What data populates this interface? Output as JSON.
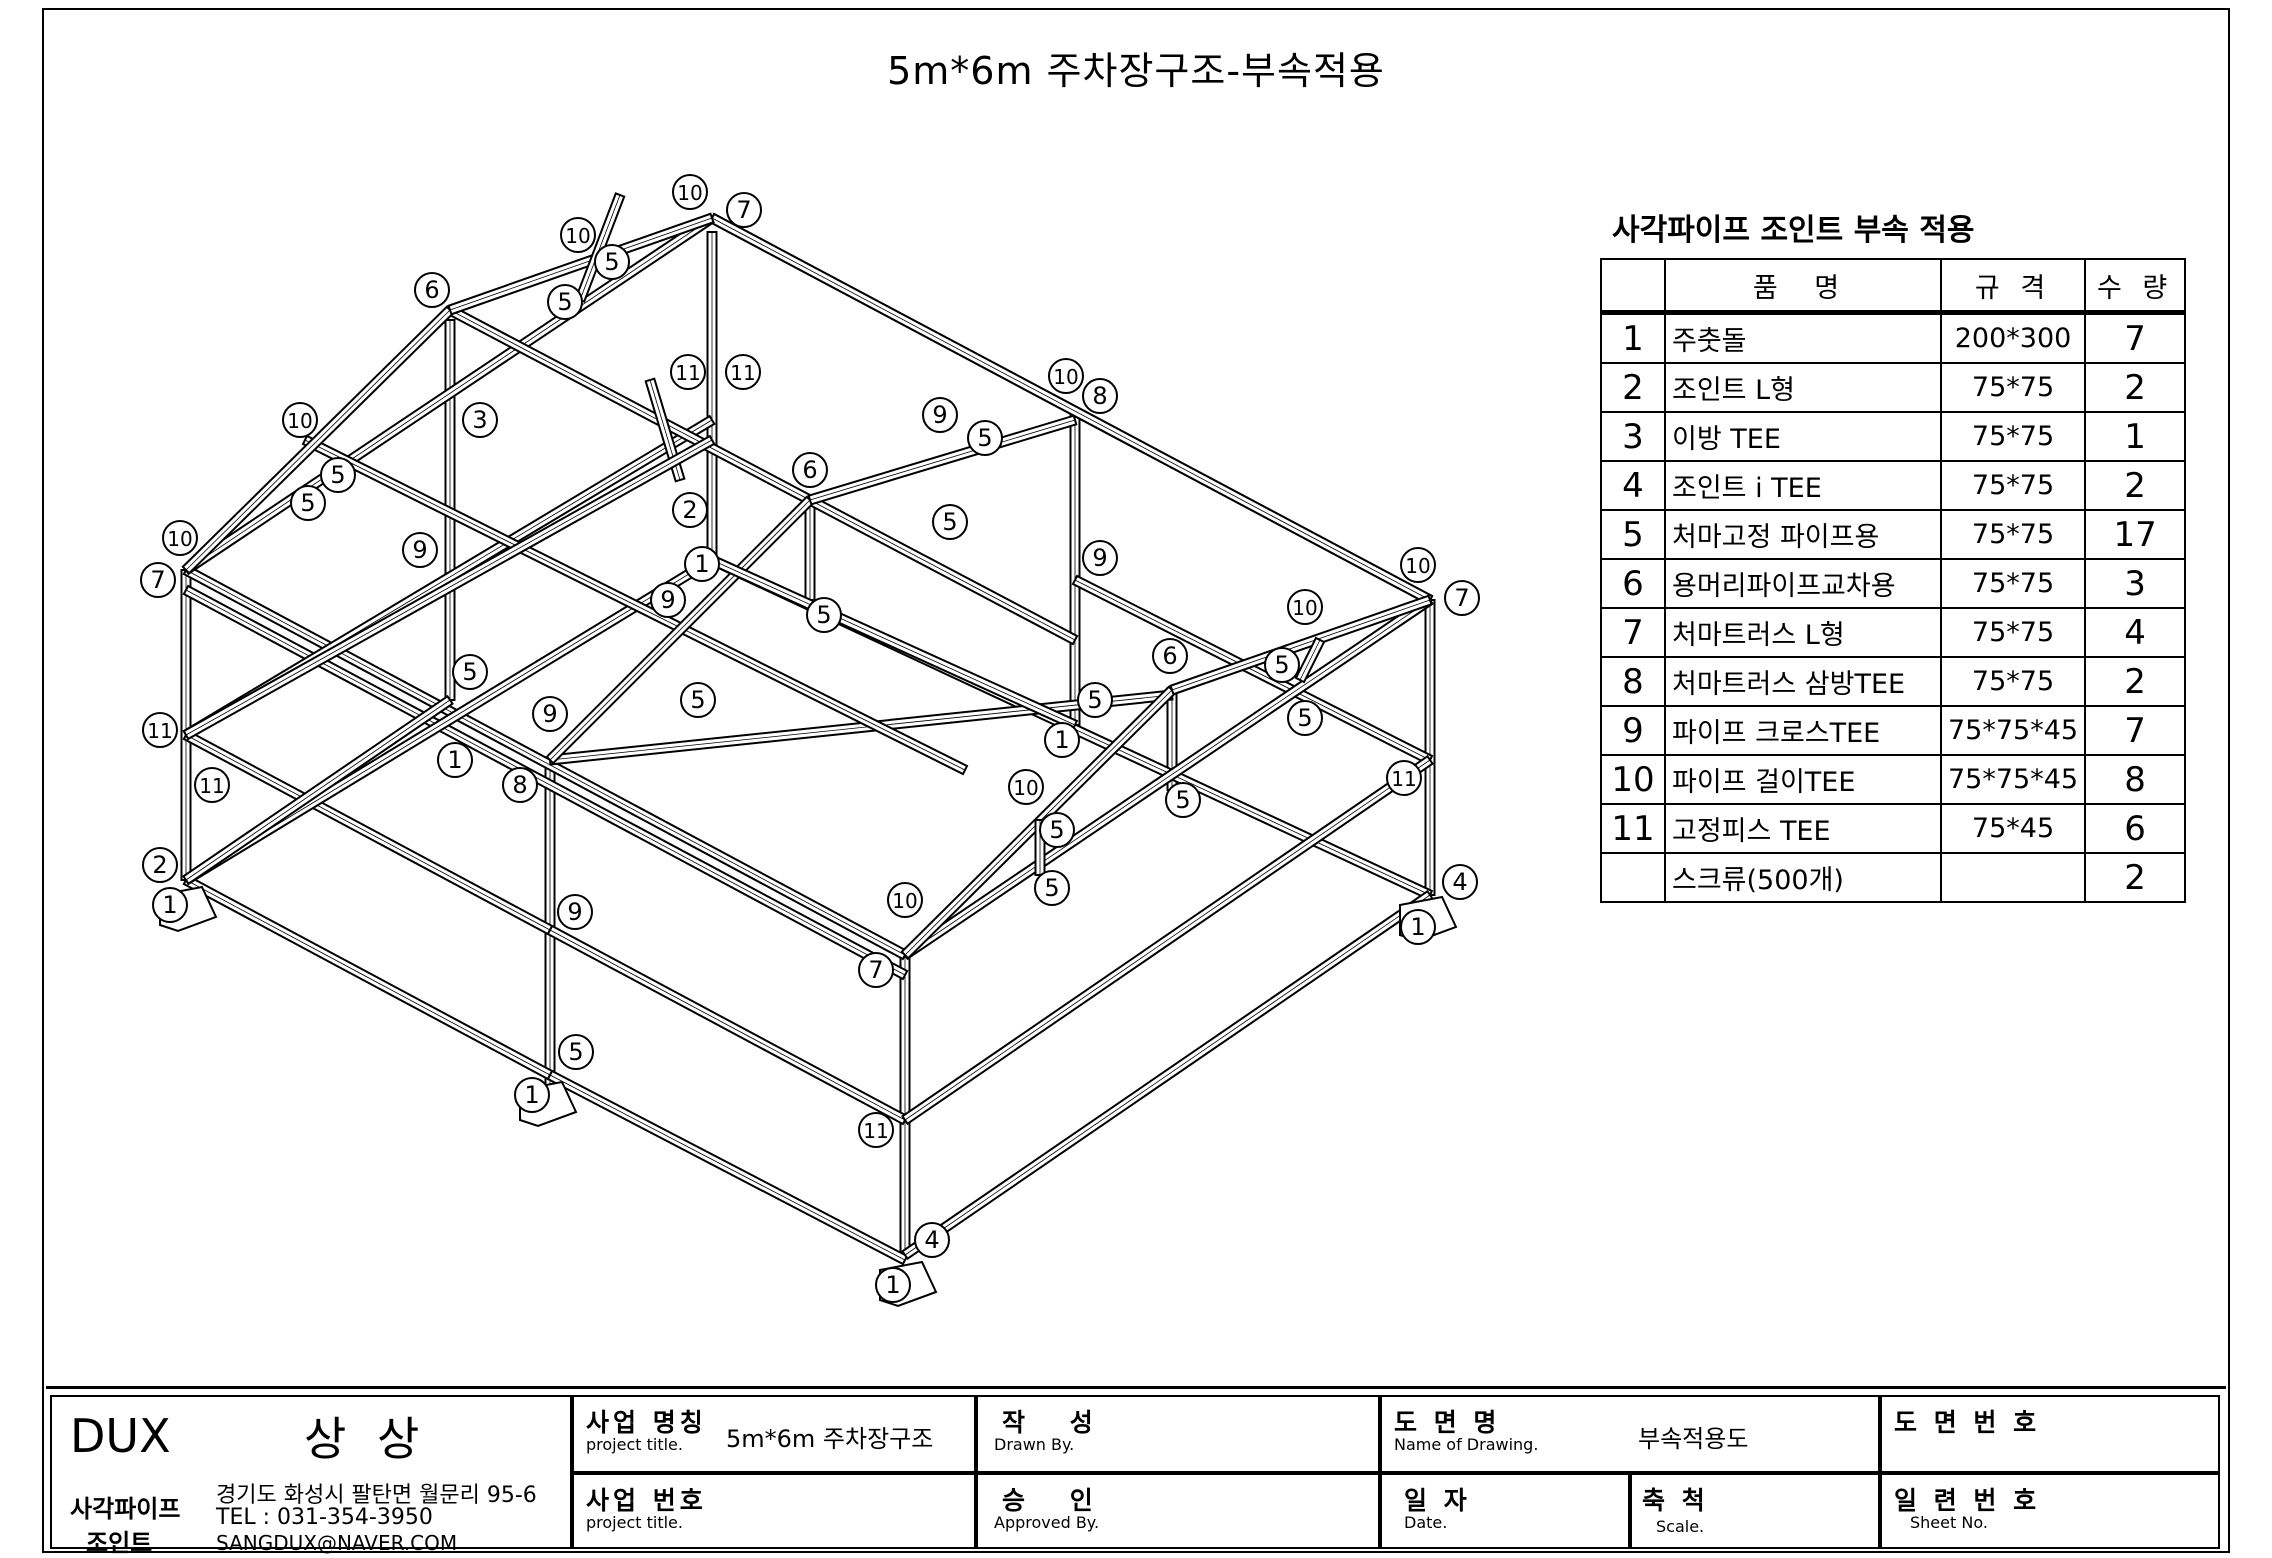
{
  "title": "5m*6m 주차장구조-부속적용",
  "bom": {
    "title": "사각파이프 조인트 부속 적용",
    "headers": {
      "name": "품 명",
      "spec": "규 격",
      "qty": "수 량"
    },
    "rows": [
      {
        "no": "1",
        "name": "주춧돌",
        "spec": "200*300",
        "qty": "7"
      },
      {
        "no": "2",
        "name": "조인트 L형",
        "spec": "75*75",
        "qty": "2"
      },
      {
        "no": "3",
        "name": "이방 TEE",
        "spec": "75*75",
        "qty": "1"
      },
      {
        "no": "4",
        "name": "조인트 i TEE",
        "spec": "75*75",
        "qty": "2"
      },
      {
        "no": "5",
        "name": "처마고정 파이프용",
        "spec": "75*75",
        "qty": "17"
      },
      {
        "no": "6",
        "name": "용머리파이프교차용",
        "spec": "75*75",
        "qty": "3"
      },
      {
        "no": "7",
        "name": "처마트러스 L형",
        "spec": "75*75",
        "qty": "4"
      },
      {
        "no": "8",
        "name": "처마트러스 삼방TEE",
        "spec": "75*75",
        "qty": "2"
      },
      {
        "no": "9",
        "name": "파이프 크로스TEE",
        "spec": "75*75*45",
        "qty": "7"
      },
      {
        "no": "10",
        "name": "파이프 걸이TEE",
        "spec": "75*75*45",
        "qty": "8"
      },
      {
        "no": "11",
        "name": "고정피스 TEE",
        "spec": "75*45",
        "qty": "6"
      },
      {
        "no": "",
        "name": "스크류(500개)",
        "spec": "",
        "qty": "2"
      }
    ]
  },
  "titleblock": {
    "brand": "DUX",
    "brand_kor": "상 상",
    "company_line1": "사각파이프",
    "company_line2": "조인트",
    "address": "경기도 화성시 팔탄면 월문리 95-6",
    "tel": "TEL : 031-354-3950",
    "email": "SANGDUX@NAVER.COM",
    "project_title_k": "사업 명칭",
    "project_title_e": "project title.",
    "project_title_value": "5m*6m 주차장구조",
    "project_no_k": "사업 번호",
    "project_no_e": "project title.",
    "drawn_k": "작 성",
    "drawn_e": "Drawn By.",
    "approved_k": "승 인",
    "approved_e": "Approved By.",
    "drawing_name_k": "도 면 명",
    "drawing_name_e": "Name of Drawing.",
    "drawing_name_value": "부속적용도",
    "date_k": "일 자",
    "date_e": "Date.",
    "scale_k": "축 척",
    "scale_e": "Scale.",
    "drawing_no_k": "도 면 번 호",
    "sheet_no_k": "일 련 번 호",
    "sheet_no_e": "Sheet No."
  },
  "callouts": [
    "1",
    "2",
    "3",
    "4",
    "5",
    "6",
    "7",
    "8",
    "9",
    "10",
    "11"
  ]
}
